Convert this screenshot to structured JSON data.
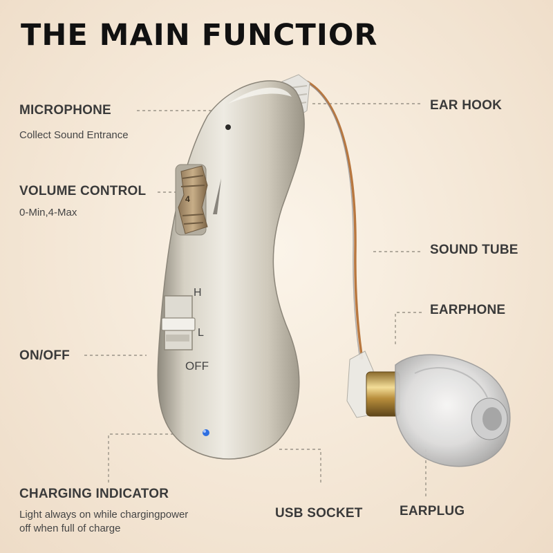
{
  "title": "THE MAIN FUNCTIOR",
  "labels": {
    "microphone": "MICROPHONE",
    "microphone_desc": "Collect Sound Entrance",
    "volume_control": "VOLUME CONTROL",
    "volume_desc": "0-Min,4-Max",
    "on_off": "ON/OFF",
    "charging_indicator": "CHARGING INDICATOR",
    "charging_desc_line1": "Light always on while chargingpower",
    "charging_desc_line2": "off when full of charge",
    "ear_hook": "EAR HOOK",
    "sound_tube": "SOUND TUBE",
    "earphone": "EARPHONE",
    "usb_socket": "USB SOCKET",
    "earplug": "EARPLUG"
  },
  "device": {
    "switch_high": "H",
    "switch_low": "L",
    "switch_off": "OFF",
    "volume_wheel_value": "4"
  },
  "colors": {
    "background": "#f4e7d6",
    "body_silver": "#c9c3b4",
    "wheel_tan": "#b49a78",
    "tube_copper": "#b8773f",
    "indicator_blue": "#2f6fe0",
    "text_dark": "#3a3a3a"
  }
}
